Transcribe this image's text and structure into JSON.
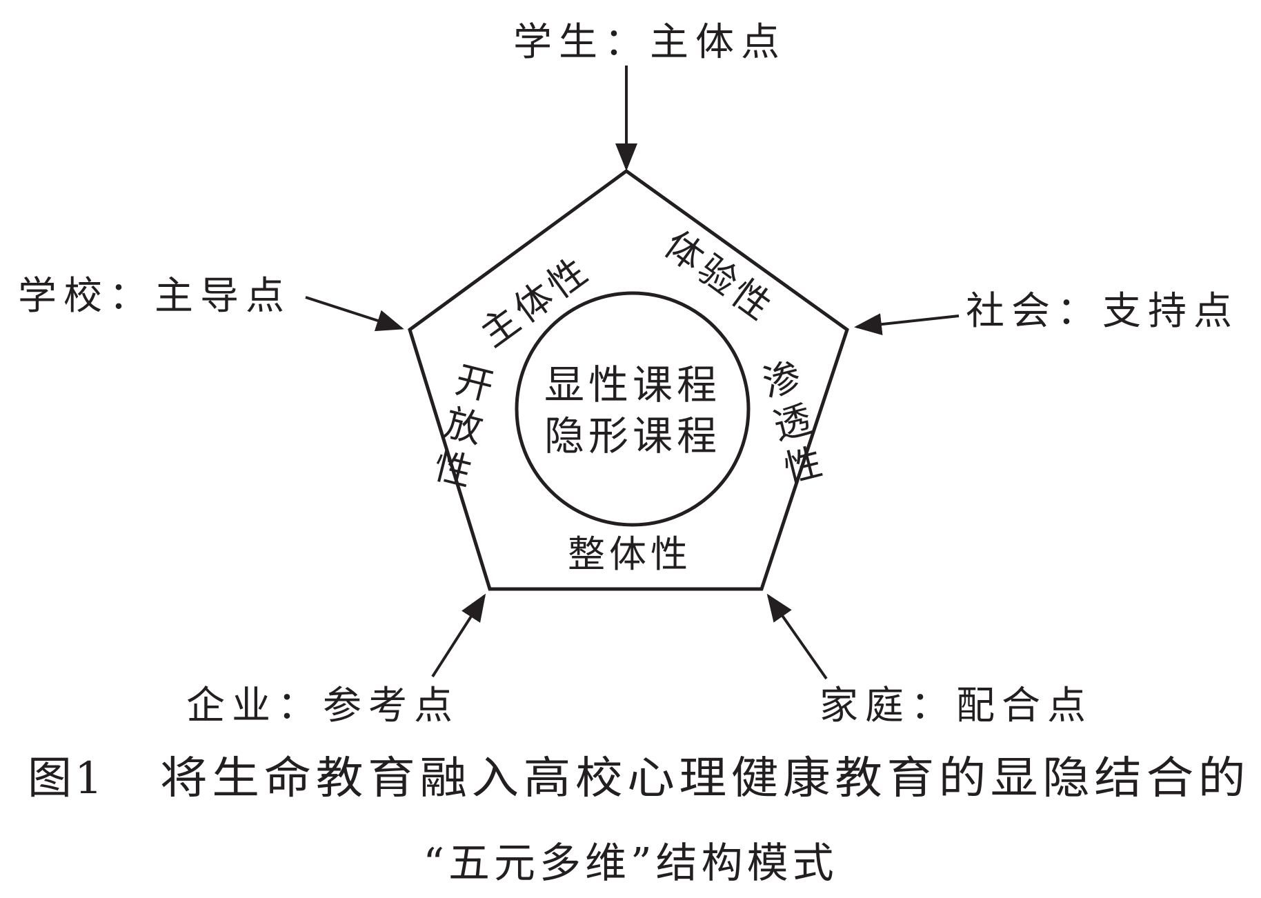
{
  "diagram": {
    "stakeholders": {
      "student": "学生：主体点",
      "school": "学校：主导点",
      "society": "社会：支持点",
      "enterprise": "企业：参考点",
      "family": "家庭：配合点"
    },
    "features": {
      "subjectivity": "主体性",
      "experiential": "体验性",
      "penetration": "渗透性",
      "wholeness": "整体性",
      "openness": "开放性"
    },
    "core": {
      "line1": "显性课程",
      "line2": "隐形课程"
    },
    "caption": {
      "label": "图1",
      "line1": "将生命教育融入高校心理健康教育的显隐结合的",
      "line2": "“五元多维”结构模式"
    },
    "colors": {
      "ink": "#231f20",
      "background": "#ffffff"
    }
  }
}
